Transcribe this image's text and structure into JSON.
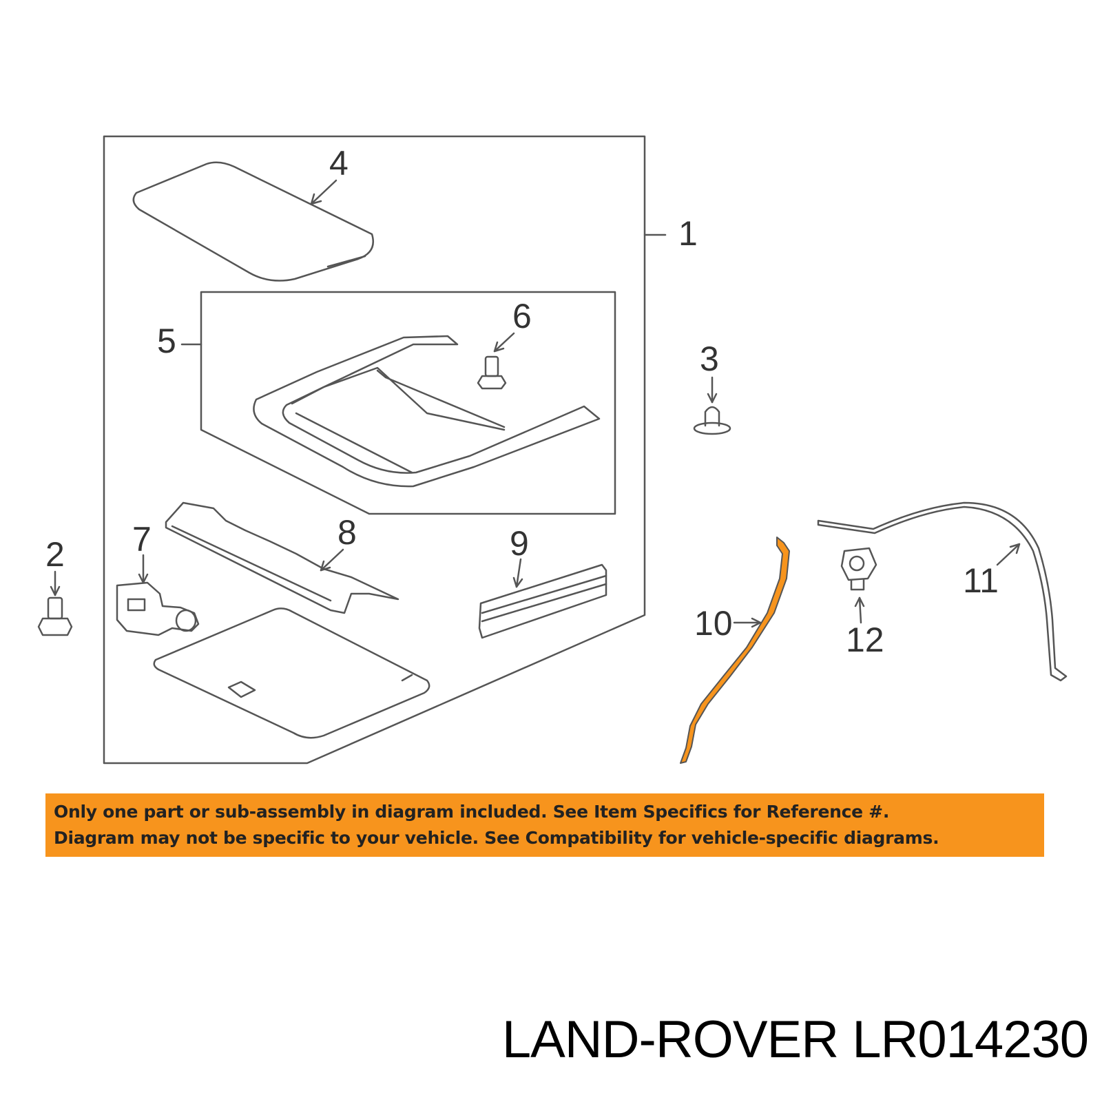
{
  "callouts": {
    "c1": "1",
    "c2": "2",
    "c3": "3",
    "c4": "4",
    "c5": "5",
    "c6": "6",
    "c7": "7",
    "c8": "8",
    "c9": "9",
    "c10": "10",
    "c11": "11",
    "c12": "12"
  },
  "notice": {
    "line1": "Only one part or sub-assembly in diagram included. See Item Specifics for Reference #.",
    "line2": "Diagram may not be specific to your vehicle. See Compatibility for vehicle-specific diagrams."
  },
  "title": "LAND-ROVER LR014230",
  "colors": {
    "highlight": "#f7941d",
    "line": "#555555"
  }
}
